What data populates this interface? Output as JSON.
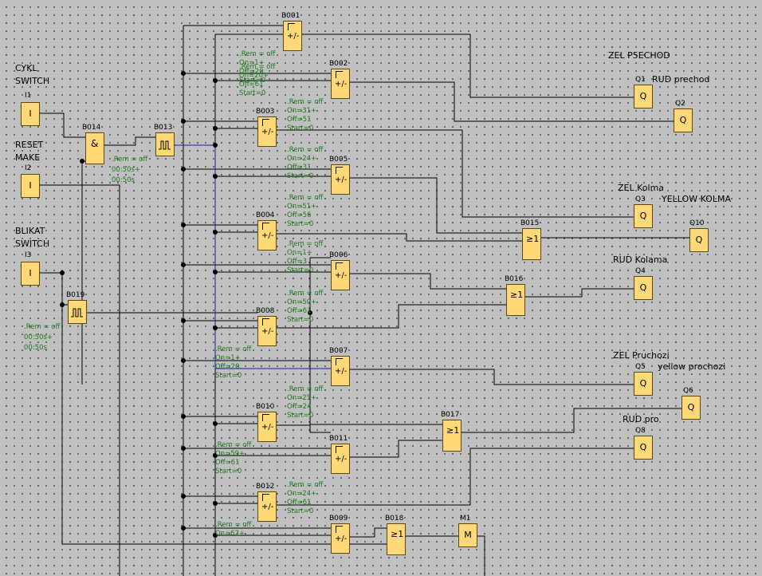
{
  "inputs": [
    {
      "id": "I1",
      "title_line1": "CYKL",
      "title_line2": "SWITCH",
      "symbol": "I"
    },
    {
      "id": "I2",
      "title_line1": "RESET",
      "title_line2": "MAKE",
      "symbol": "I"
    },
    {
      "id": "I3",
      "title_line1": "BLIKAT",
      "title_line2": "SWITCH",
      "symbol": "I"
    }
  ],
  "outputs": [
    {
      "id": "Q1",
      "label": "RUD prechod",
      "symbol": "Q"
    },
    {
      "id": "Q2",
      "label": "",
      "symbol": "Q"
    },
    {
      "id": "Q3",
      "label": "",
      "symbol": "Q"
    },
    {
      "id": "Q10",
      "label": "",
      "symbol": "Q"
    },
    {
      "id": "Q4",
      "label": "",
      "symbol": "Q"
    },
    {
      "id": "Q5",
      "label": "",
      "symbol": "Q"
    },
    {
      "id": "Q6",
      "label": "",
      "symbol": "Q"
    },
    {
      "id": "Q8",
      "label": "",
      "symbol": "Q"
    },
    {
      "id": "M1",
      "label": "",
      "symbol": "M"
    }
  ],
  "free_labels": {
    "zel_prechod": "ZEL P5ECHOD",
    "zel_kolma": "ZEL Kolma",
    "yellow_kolma": "YELLOW KOLMA",
    "rud_kolama": "RUD Kolama",
    "zel_pruchozi": "ZEL Pruchozi",
    "yellow_prochozi": "yellow prochozi",
    "rud_pro": "RUD pro"
  },
  "blocks": {
    "B001": {
      "name": "B001",
      "op": "+/-",
      "params": [
        ".Rem = off",
        "On=1+",
        "Off=20",
        "Start=0"
      ]
    },
    "B002": {
      "name": "B002",
      "op": "+/-",
      "params": [
        ".Rem = off",
        "On=20+",
        "Off=61",
        "Start=0"
      ]
    },
    "B003": {
      "name": "B003",
      "op": "+/-",
      "params": [
        ".Rem = off",
        "On=31+",
        "Off=51",
        "Start=0"
      ]
    },
    "B005": {
      "name": "B005",
      "op": "+/-",
      "params": [
        ".Rem = off",
        "On=24+",
        "Off=31",
        "Start=0"
      ]
    },
    "B004": {
      "name": "B004",
      "op": "+/-",
      "params": [
        ".Rem = off",
        "On=51+",
        "Off=56",
        "Start=0"
      ]
    },
    "B006": {
      "name": "B006",
      "op": "+/-",
      "params": [
        ".Rem = off",
        "On=1+",
        "Off=3",
        "Start=0"
      ]
    },
    "B008": {
      "name": "B008",
      "op": "+/-",
      "params": [
        ".Rem = off",
        "On=50+",
        "Off=61",
        "Start=0"
      ]
    },
    "B007": {
      "name": "B007",
      "op": "+/-",
      "params": [
        ".Rem = off",
        "On=1+",
        "Off=20",
        "Start=0"
      ]
    },
    "B010": {
      "name": "B010",
      "op": "+/-",
      "params": [
        ".Rem = off",
        "On=25+",
        "Off=24",
        "Start=0"
      ]
    },
    "B011": {
      "name": "B011",
      "op": "+/-",
      "params": [
        ".Rem = off",
        "On=59+",
        "Off=61",
        "Start=0"
      ]
    },
    "B012": {
      "name": "B012",
      "op": "+/-",
      "params": [
        ".Rem = off",
        "On=24+",
        "Off=61",
        "Start=0"
      ]
    },
    "B009": {
      "name": "B009",
      "op": "+/-",
      "params": [
        ".Rem = off",
        "On=62+"
      ]
    },
    "B013": {
      "name": "B013",
      "op": "pulse",
      "params": [
        ".Rem = off",
        "00:50s+",
        "00:50s"
      ]
    },
    "B019": {
      "name": "B019",
      "op": "pulse",
      "params": [
        ".Rem = off",
        "00:50s+",
        "00:50s"
      ]
    },
    "B014": {
      "name": "B014",
      "op": "&"
    },
    "B015": {
      "name": "B015",
      "op": "≥1"
    },
    "B016": {
      "name": "B016",
      "op": "≥1"
    },
    "B017": {
      "name": "B017",
      "op": "≥1"
    },
    "B018": {
      "name": "B018",
      "op": "≥1"
    }
  },
  "colors": {
    "canvas": "#c0c0c0",
    "block_fill": "#ffd978",
    "wire": "#000000",
    "selected_wire": "#1a1aa0",
    "param_text": "#1e7a1e"
  }
}
